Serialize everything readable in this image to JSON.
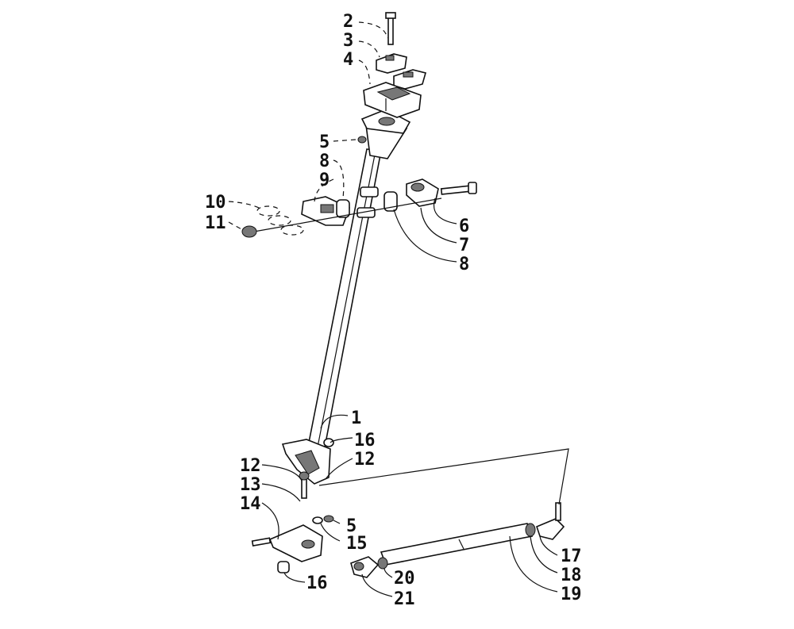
{
  "callouts": {
    "c1": "1",
    "c2": "2",
    "c3": "3",
    "c4": "4",
    "c5a": "5",
    "c5b": "5",
    "c6": "6",
    "c7": "7",
    "c8a": "8",
    "c8b": "8",
    "c9": "9",
    "c10": "10",
    "c11": "11",
    "c12a": "12",
    "c12b": "12",
    "c13": "13",
    "c14": "14",
    "c15": "15",
    "c16a": "16",
    "c16b": "16",
    "c17": "17",
    "c18": "18",
    "c19": "19",
    "c20": "20",
    "c21": "21"
  }
}
